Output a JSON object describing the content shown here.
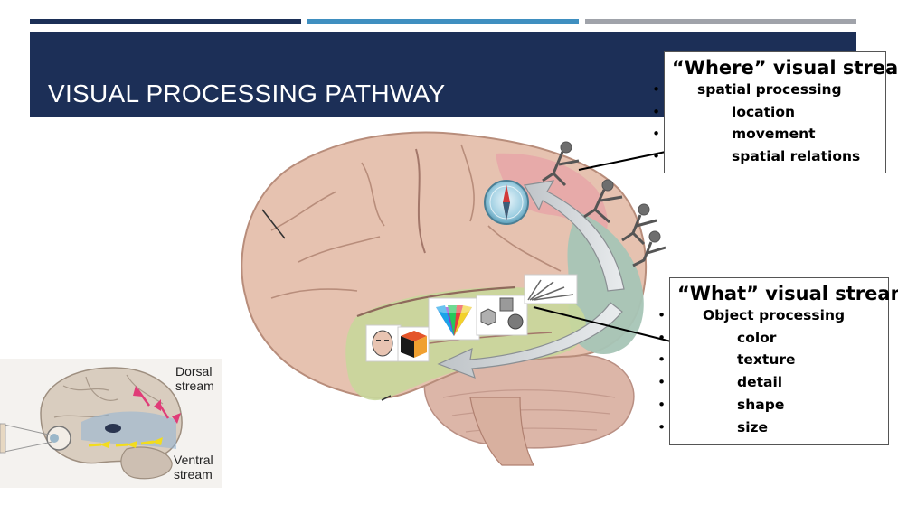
{
  "slide": {
    "title": "VISUAL PROCESSING PATHWAY",
    "colors": {
      "header_bg": "#1c2f57",
      "bar_dark": "#1c2f57",
      "bar_mid": "#3f8fc0",
      "bar_gray": "#a0a3aa"
    }
  },
  "where_box": {
    "heading": "“Where” visual stream",
    "level1": "spatial processing",
    "items": [
      "location",
      "movement",
      "spatial relations"
    ]
  },
  "what_box": {
    "heading": "“What” visual stream",
    "level1": "Object processing",
    "items": [
      "color",
      "texture",
      "detail",
      "shape",
      "size"
    ]
  },
  "inset": {
    "dorsal_label_line1": "Dorsal",
    "dorsal_label_line2": "stream",
    "ventral_label_line1": "Ventral",
    "ventral_label_line2": "stream"
  }
}
